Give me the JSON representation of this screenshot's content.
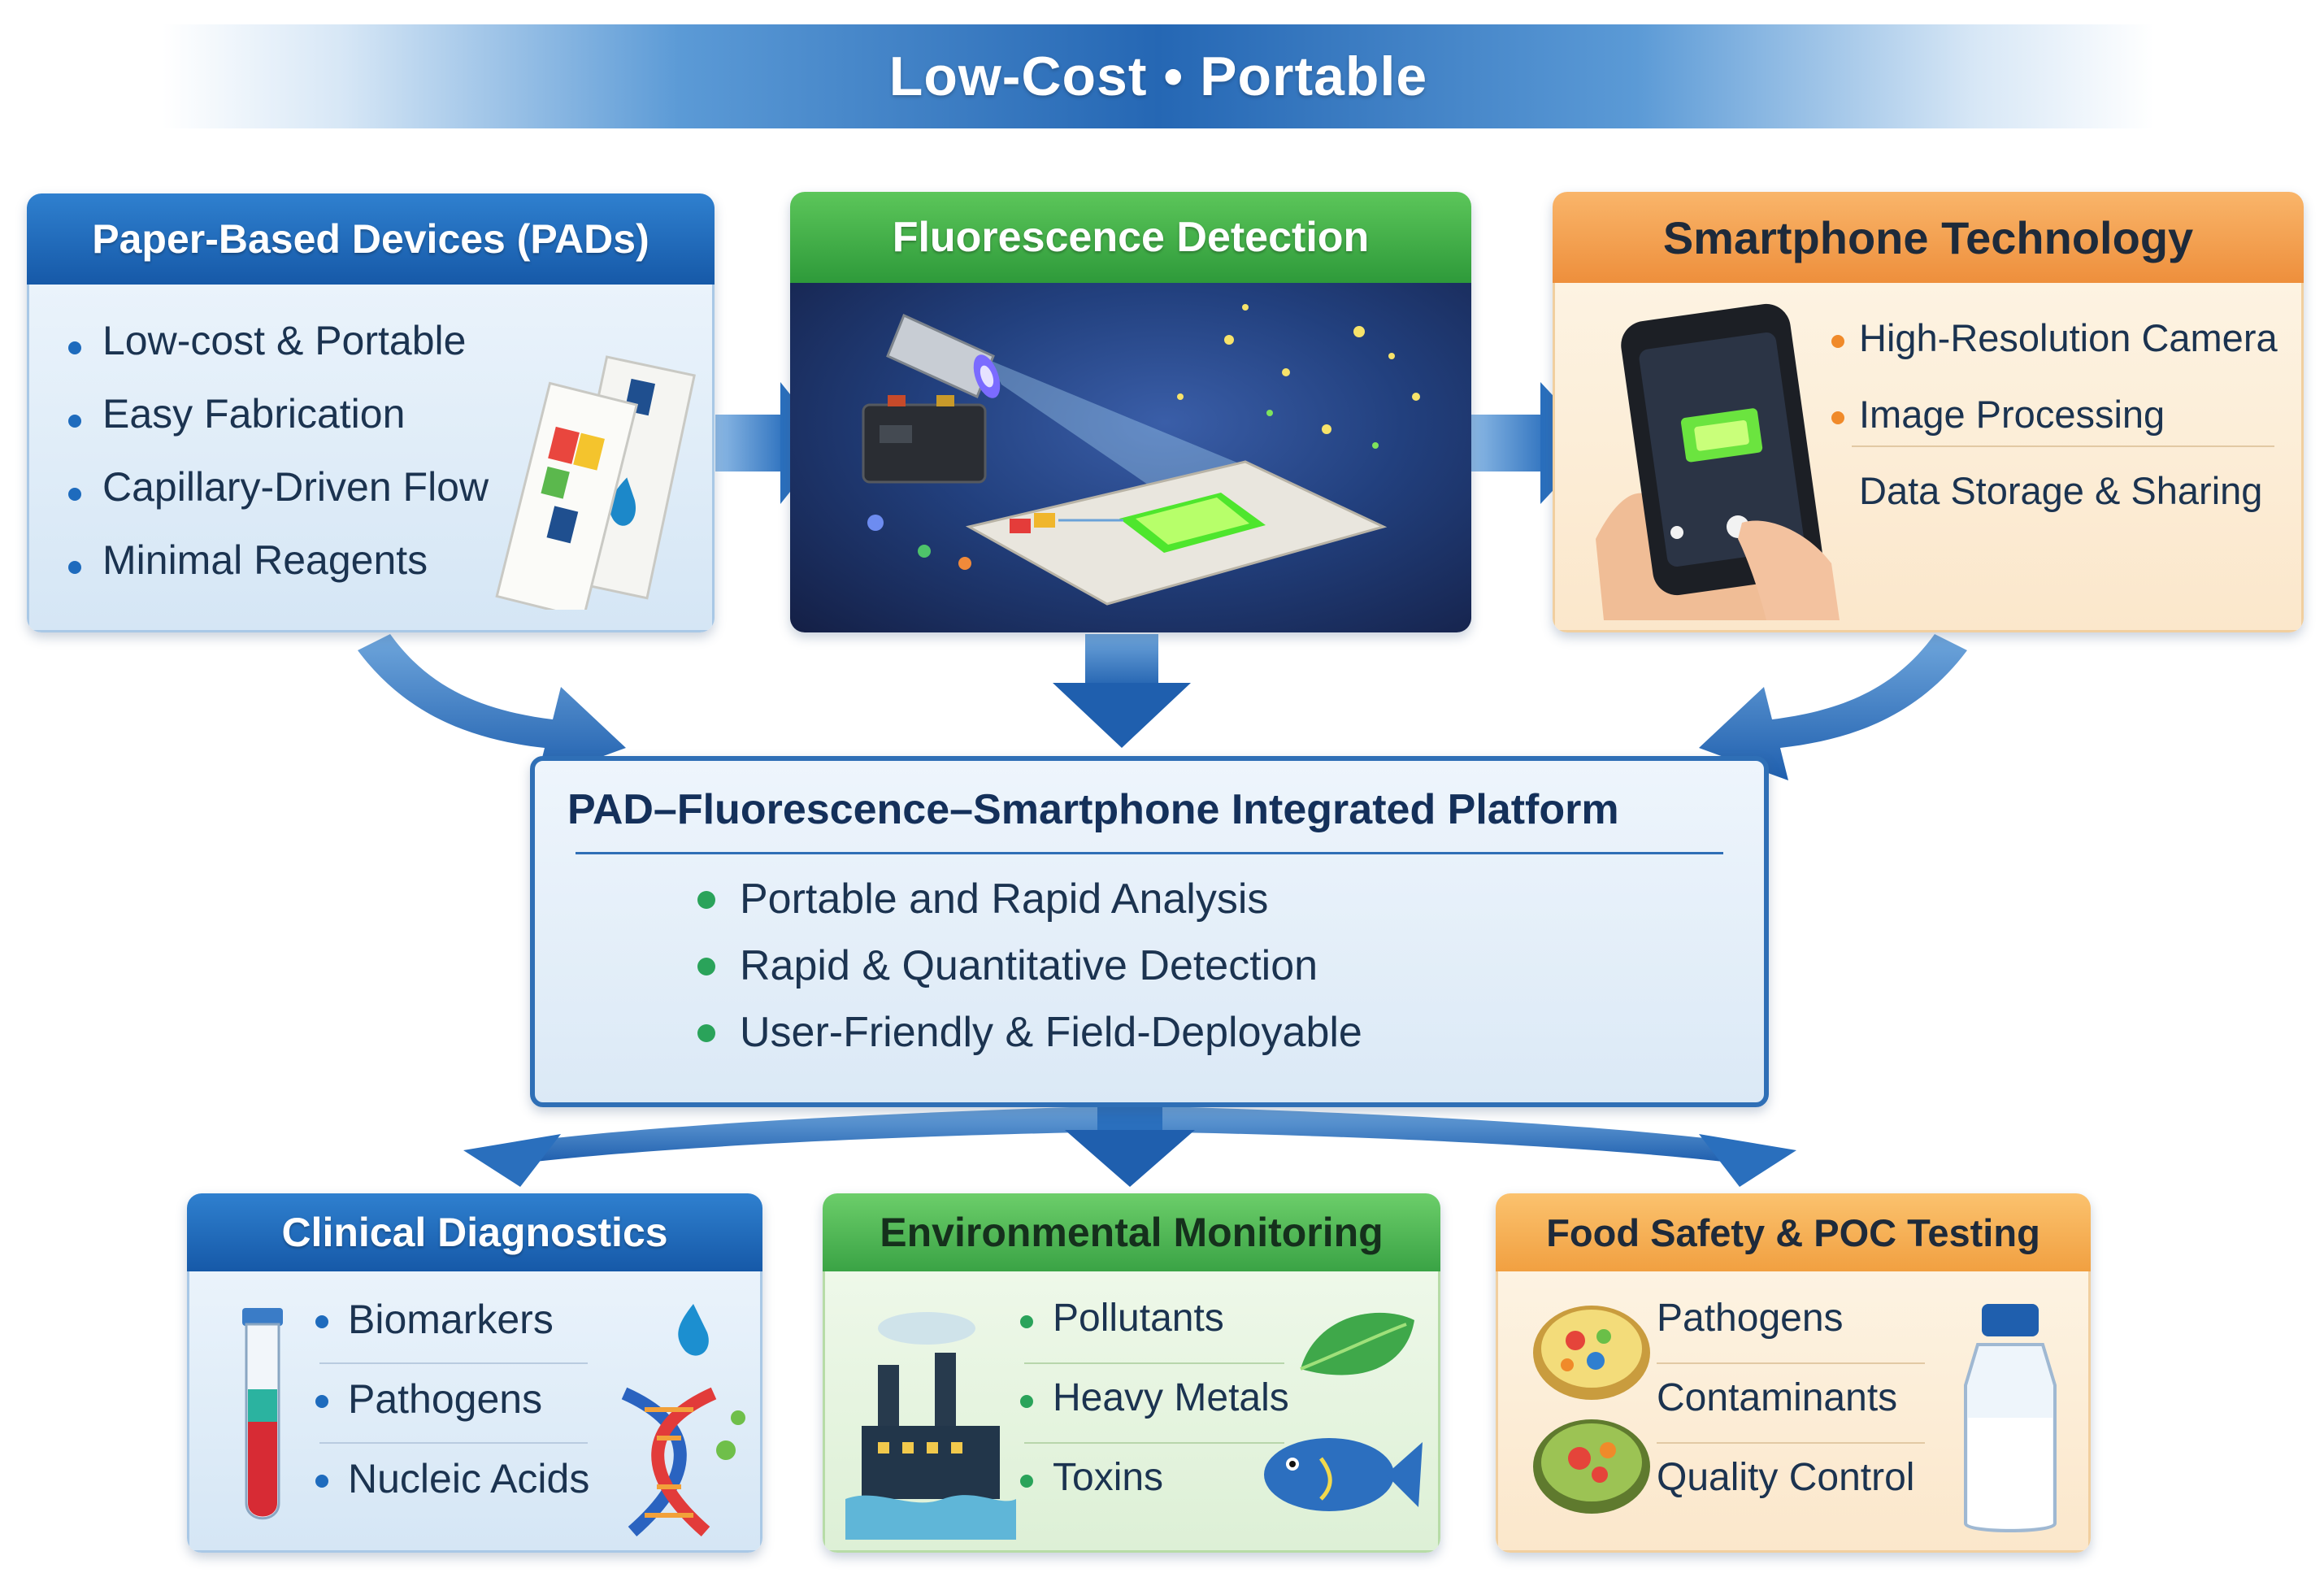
{
  "banner": {
    "title": "Low-Cost • Portable"
  },
  "pads": {
    "title": "Paper-Based Devices (PADs)",
    "items": [
      "Low-cost & Portable",
      "Easy Fabrication",
      "Capillary-Driven Flow",
      "Minimal Reagents"
    ]
  },
  "fluorescence": {
    "title": "Fluorescence Detection"
  },
  "smartphone": {
    "title": "Smartphone Technology",
    "items": [
      "High-Resolution Camera",
      "Image Processing",
      "Data Storage & Sharing"
    ]
  },
  "platform": {
    "title": "PAD–Fluorescence–Smartphone Integrated Platform",
    "items": [
      "Portable and Rapid Analysis",
      "Rapid & Quantitative Detection",
      "User-Friendly & Field-Deployable"
    ]
  },
  "clinical": {
    "title": "Clinical Diagnostics",
    "items": [
      "Biomarkers",
      "Pathogens",
      "Nucleic Acids"
    ]
  },
  "environmental": {
    "title": "Environmental Monitoring",
    "items": [
      "Pollutants",
      "Heavy Metals",
      "Toxins"
    ]
  },
  "food": {
    "title": "Food Safety & POC Testing",
    "items": [
      "Pathogens",
      "Contaminants",
      "Quality Control"
    ]
  },
  "colors": {
    "blue": "#1e6bbd",
    "green": "#3aa345",
    "orange": "#f19a45",
    "navy": "#14305a"
  },
  "icons": [
    "paper-strip-icon",
    "water-drop-icon",
    "flashlight-icon",
    "battery-icon",
    "paper-chip-icon",
    "smartphone-icon",
    "hand-icon",
    "test-tube-icon",
    "dna-icon",
    "factory-icon",
    "leaf-icon",
    "fish-icon",
    "petri-dish-icon",
    "milk-bottle-icon",
    "arrow-icon"
  ]
}
